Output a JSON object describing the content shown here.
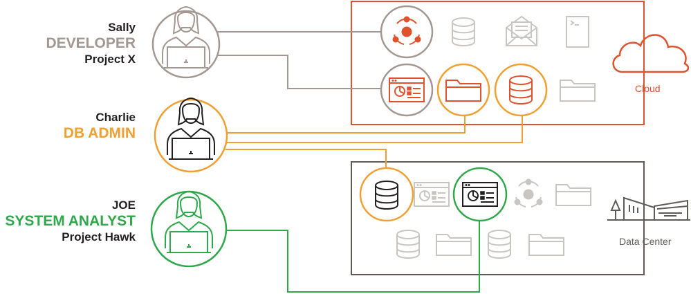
{
  "people": [
    {
      "name": "Sally",
      "role": "DEVELOPER",
      "project": "Project X",
      "color": "#a39791"
    },
    {
      "name": "Charlie",
      "role": "DB ADMIN",
      "project": "",
      "color": "#f0a030"
    },
    {
      "name": "JOE",
      "role": "SYSTEM ANALYST",
      "project": "Project Hawk",
      "color": "#2ea84a"
    }
  ],
  "regions": {
    "cloud": {
      "label": "Cloud",
      "color": "#e0522d"
    },
    "datacenter": {
      "label": "Data Center",
      "color": "#5f5a57"
    }
  },
  "colors": {
    "gray_icon": "#c9c5c2",
    "dark": "#231f20",
    "sally_line": "#a39791"
  }
}
